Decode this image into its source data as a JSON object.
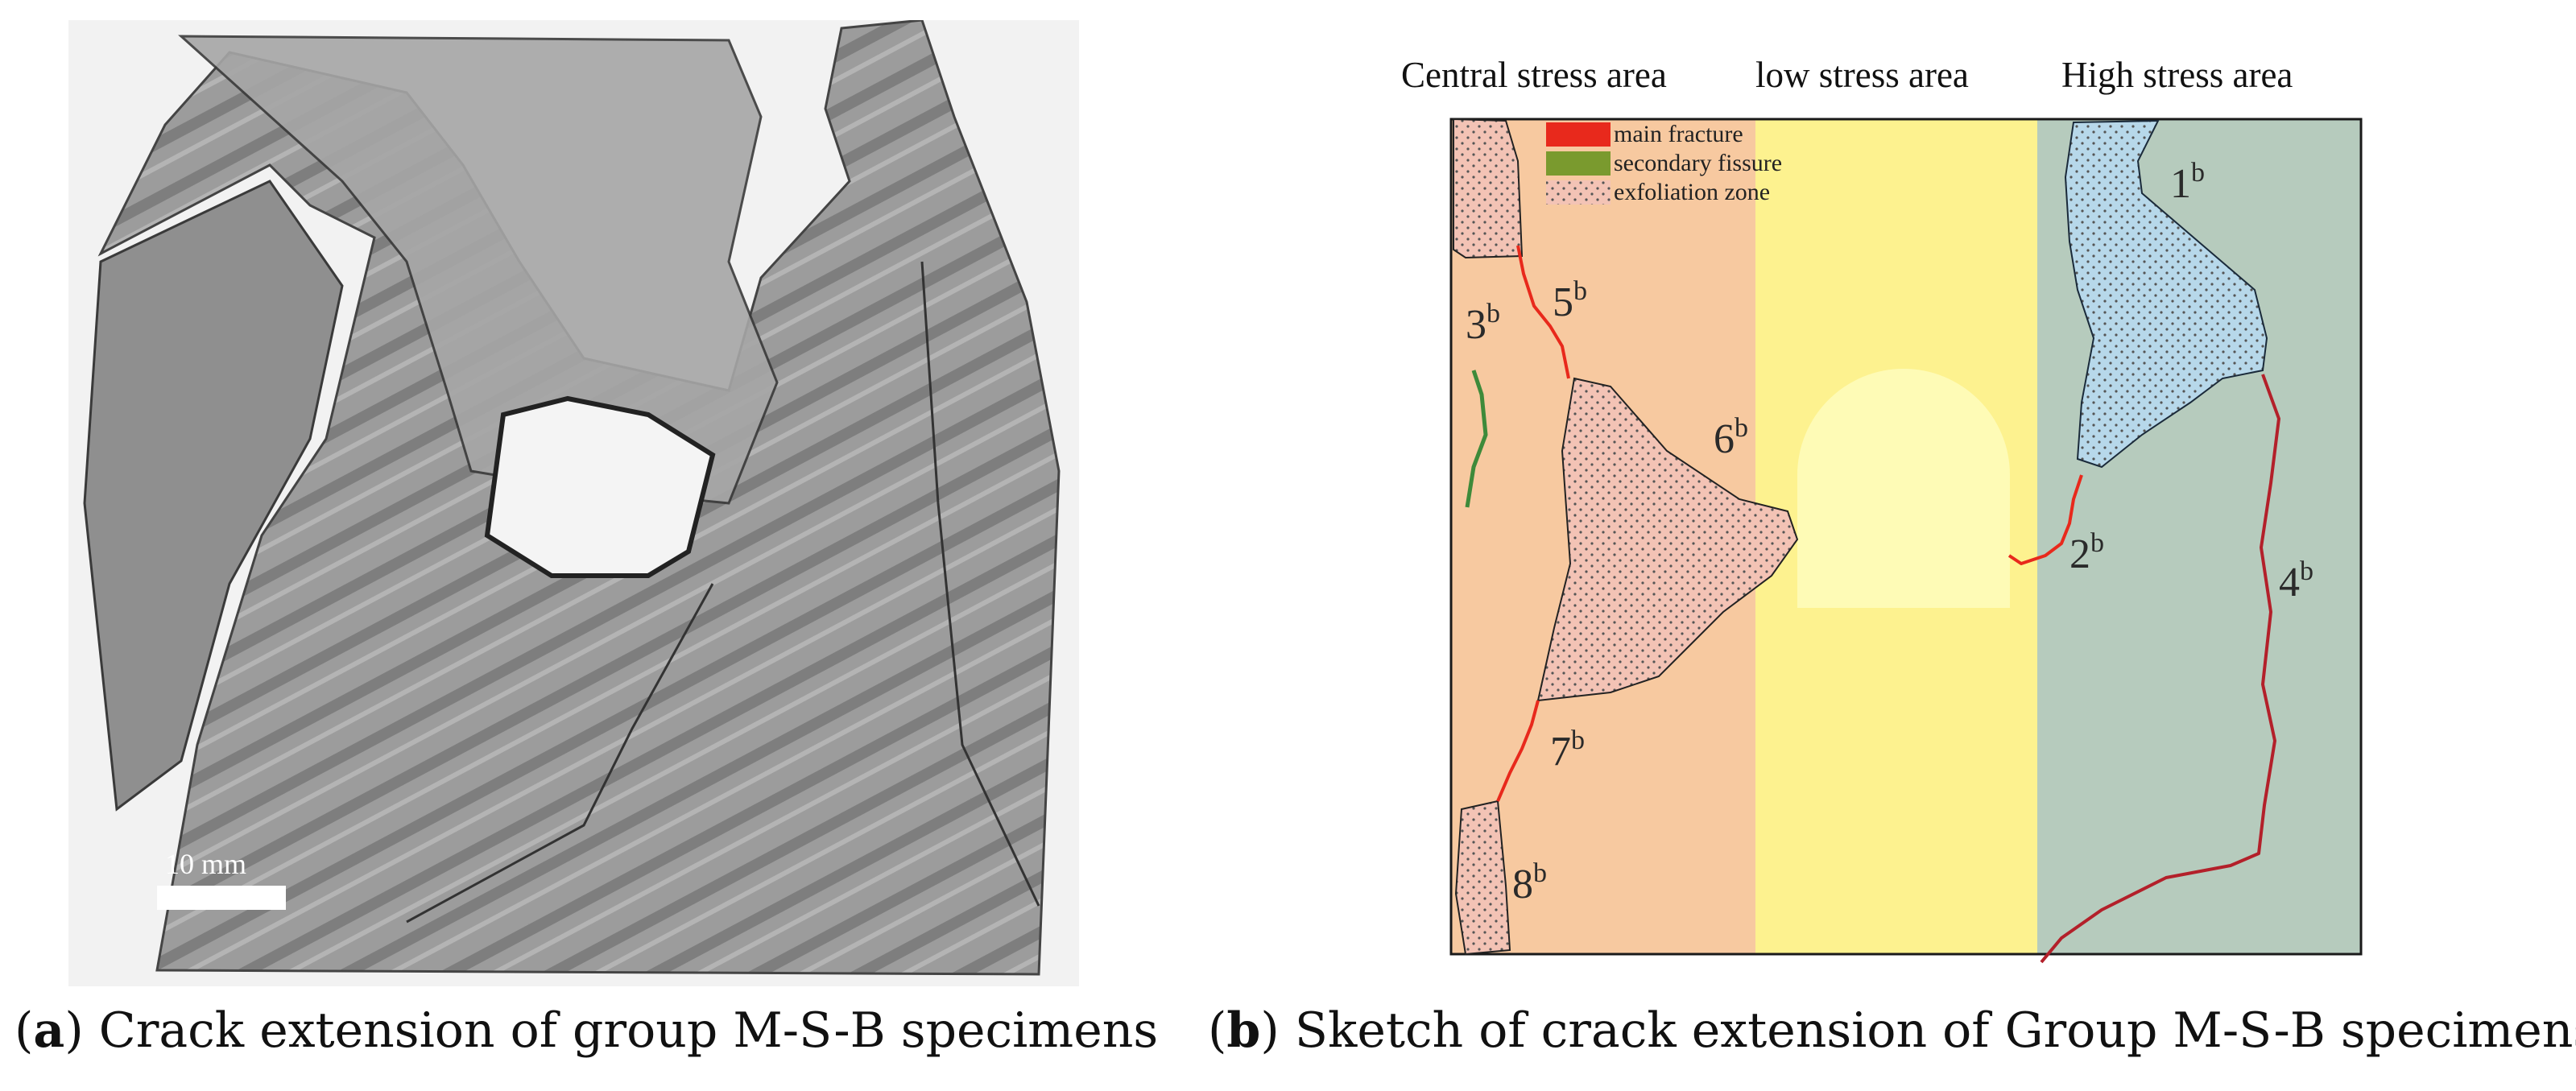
{
  "photo": {
    "scale_bar_label": "10 mm"
  },
  "sketch": {
    "zones": [
      {
        "title": "Central stress area",
        "color": "#f7c9a0"
      },
      {
        "title": "low stress area",
        "color": "#fdf28f"
      },
      {
        "title": "High stress area",
        "color": "#b6cbbd"
      }
    ],
    "legend": [
      {
        "label": "main fracture",
        "color": "#e8291c"
      },
      {
        "label": "secondary fissure",
        "color": "#7a9a2e"
      },
      {
        "label": "exfoliation zone",
        "color": "#f3c3b5"
      }
    ],
    "crack_labels": [
      {
        "num": "1",
        "sup": "b"
      },
      {
        "num": "2",
        "sup": "b"
      },
      {
        "num": "3",
        "sup": "b"
      },
      {
        "num": "4",
        "sup": "b"
      },
      {
        "num": "5",
        "sup": "b"
      },
      {
        "num": "6",
        "sup": "b"
      },
      {
        "num": "7",
        "sup": "b"
      },
      {
        "num": "8",
        "sup": "b"
      }
    ],
    "colors": {
      "main_fracture": "#e8291c",
      "secondary_fissure": "#3e8a3a",
      "exfoliation": "#f3c3b5",
      "high_stress_exfoliation": "#b7d8ea",
      "tunnel": "#fefbb6",
      "crack_dark_red": "#b3202a"
    }
  },
  "captions": {
    "a": {
      "letter": "a",
      "text": "Crack extension of group M-S-B specimens"
    },
    "b": {
      "letter": "b",
      "text": "Sketch of crack extension of Group M-S-B specimens"
    }
  }
}
